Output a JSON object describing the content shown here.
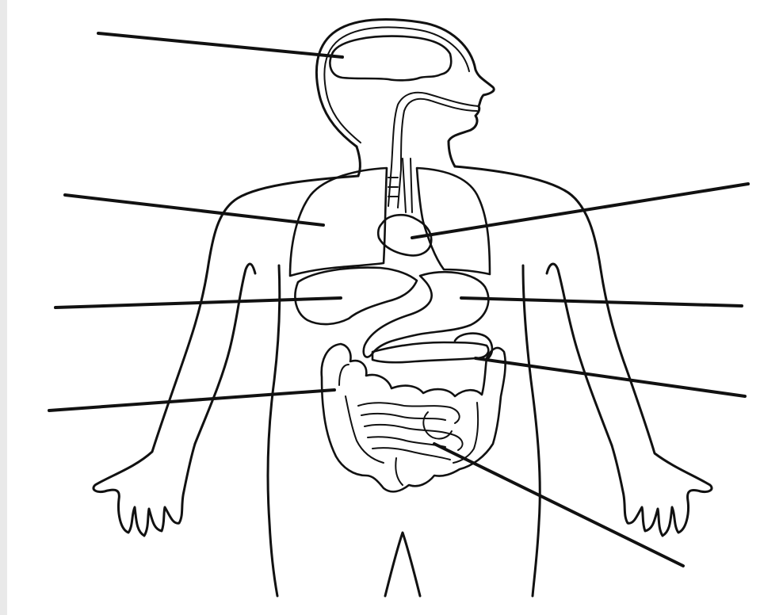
{
  "diagram": {
    "type": "unlabeled-anatomy-worksheet",
    "colors": {
      "background": "#ffffff",
      "ink": "#111111",
      "edge": "#e9e9e9"
    },
    "leader_lines": [
      {
        "name": "leader-line-brain",
        "target": "brain"
      },
      {
        "name": "leader-line-lung",
        "target": "lung"
      },
      {
        "name": "leader-line-heart",
        "target": "heart"
      },
      {
        "name": "leader-line-liver",
        "target": "liver"
      },
      {
        "name": "leader-line-stomach",
        "target": "stomach"
      },
      {
        "name": "leader-line-pancreas",
        "target": "pancreas"
      },
      {
        "name": "leader-line-large-intestine",
        "target": "large-intestine"
      },
      {
        "name": "leader-line-small-intestine",
        "target": "small-intestine"
      }
    ]
  }
}
